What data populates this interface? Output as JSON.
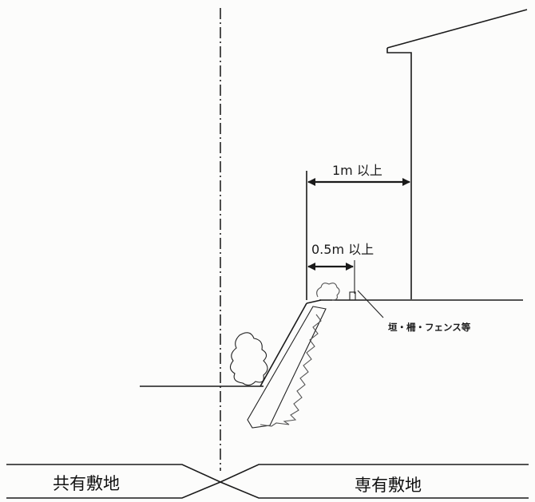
{
  "labels": {
    "dim_1m": "1m 以上",
    "dim_05m": "0.5m 以上",
    "fence_note": "垣・柵・フェンス等",
    "common_site": "共有敷地",
    "private_site": "専有敷地"
  },
  "colors": {
    "line": "#1a1a1a",
    "background": "#fcfcfb"
  }
}
